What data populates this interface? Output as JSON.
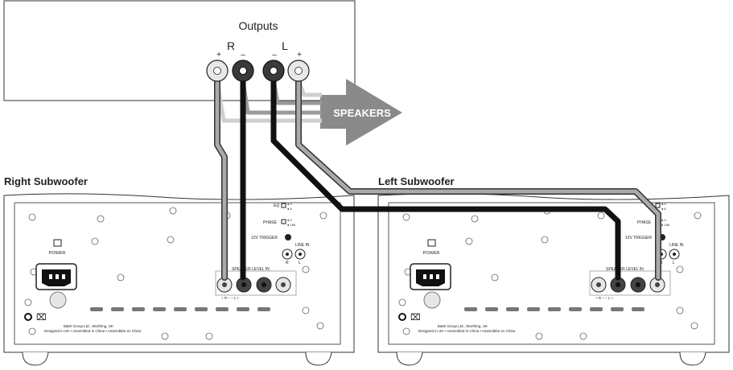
{
  "amplifier": {
    "title": "Outputs",
    "channel_r": "R",
    "channel_l": "L",
    "plus": "+",
    "minus": "–"
  },
  "speakers_label": "SPEAKERS",
  "subwoofers": [
    {
      "title": "Right Subwoofer"
    },
    {
      "title": "Left Subwoofer"
    }
  ],
  "panel": {
    "eq": "EQ",
    "eq_opt1": "● 0",
    "eq_opt2": "● 6",
    "phase": "PHASE",
    "phase_opt1": "● 0",
    "phase_opt2": "● 180",
    "trigger": "12V TRIGGER",
    "line_in": "LINE IN",
    "line_r": "R",
    "line_l": "L",
    "power": "POWER",
    "speaker_level_in": "SPEAKER LEVEL IN",
    "terminal_labels": "+   R   –        –   L   +",
    "footer1": "B&W Group Ltd., Worthing, UK",
    "footer2": "Designed in UK • Assembled in China • Assemblée en Chine"
  },
  "colors": {
    "black_wire": "#111111",
    "grey_wire": "#9a9a9a",
    "light_wire": "#cfcfcf",
    "arrow": "#8a8a8a"
  }
}
